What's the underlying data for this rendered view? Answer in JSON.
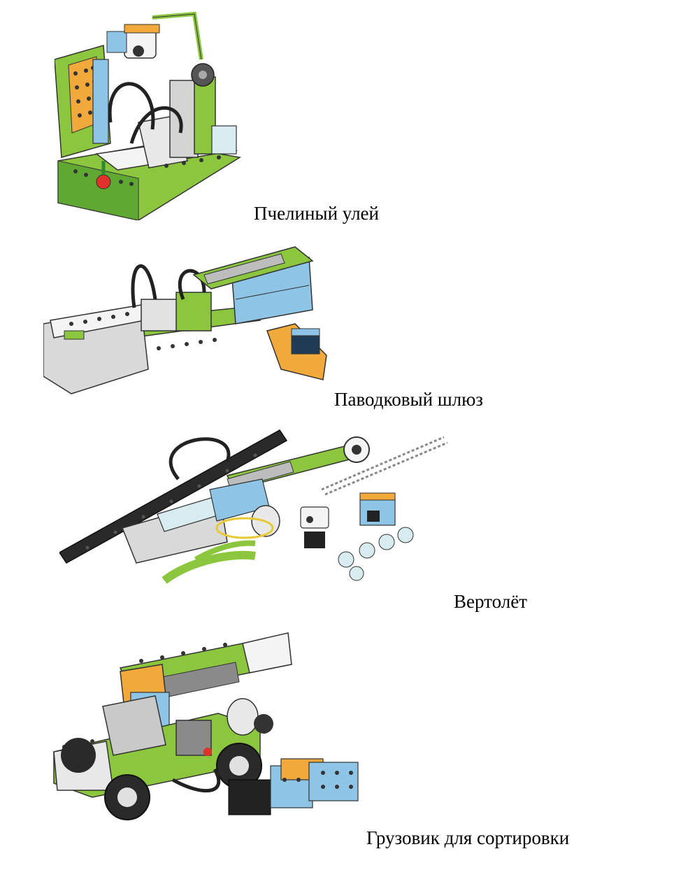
{
  "models": [
    {
      "caption": "Пчелиный улей",
      "icon": "beehive-model-illustration"
    },
    {
      "caption": "Паводковый шлюз",
      "icon": "flood-gate-model-illustration"
    },
    {
      "caption": "Вертолёт",
      "icon": "helicopter-model-illustration"
    },
    {
      "caption": "Грузовик для сортировки",
      "icon": "sorting-truck-model-illustration"
    }
  ],
  "colors": {
    "lime": "#8cc63f",
    "darkGreen": "#2f8a2f",
    "orange": "#f2a93b",
    "skyBlue": "#8ec5e6",
    "grey": "#c9c9c9",
    "white": "#f4f4f4",
    "black": "#222222"
  }
}
